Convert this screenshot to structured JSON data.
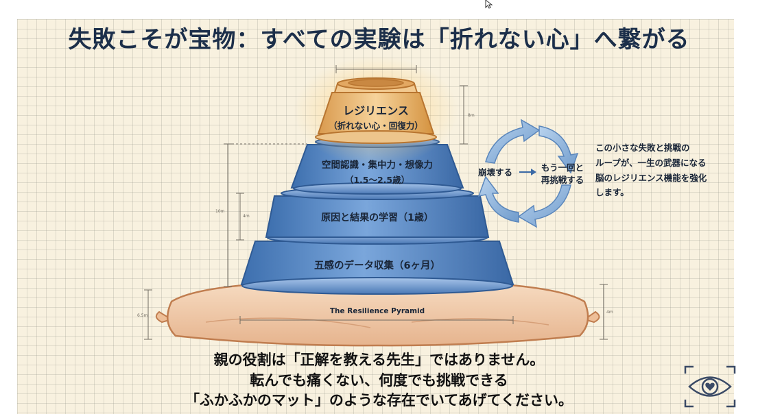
{
  "title": "失敗こそが宝物：すべての実験は「折れない心」へ繋がる",
  "pyramid": {
    "top": {
      "label": "レジリエンス",
      "sub": "（折れない心・回復力）"
    },
    "level3": {
      "label": "空間認識・集中力・想像力",
      "sub": "（1.5〜2.5歳）"
    },
    "level2": {
      "label": "原因と結果の学習（1歳）"
    },
    "level1": {
      "label": "五感のデータ収集（6ヶ月）"
    },
    "base": {
      "label": "The Resilience Pyramid"
    }
  },
  "dimensions": {
    "top_height": "8m",
    "left_height": "10m",
    "mid_height": "4m",
    "base_left": "6.5m",
    "base_right": "4m"
  },
  "cycle": {
    "left": "崩壊する",
    "right_line1": "もう一回と",
    "right_line2": "再挑戦する"
  },
  "note": [
    "この小さな失敗と挑戦の",
    "ループが、一生の武器になる",
    "脳のレジリエンス機能を強化",
    "します。"
  ],
  "caption": [
    "親の役割は「正解を教える先生」ではありません。",
    "転んでも痛くない、何度でも挑戦できる",
    "「ふかふかのマット」のような存在でいてあげてください。"
  ],
  "icons": {
    "logo": "eye-heart-icon",
    "cursor": "cursor-icon"
  },
  "colors": {
    "tier_blue": "#5e8fc9",
    "tier_gold": "#e9b774",
    "title": "#1c2f4a",
    "cushion": "#f0c9a6"
  }
}
